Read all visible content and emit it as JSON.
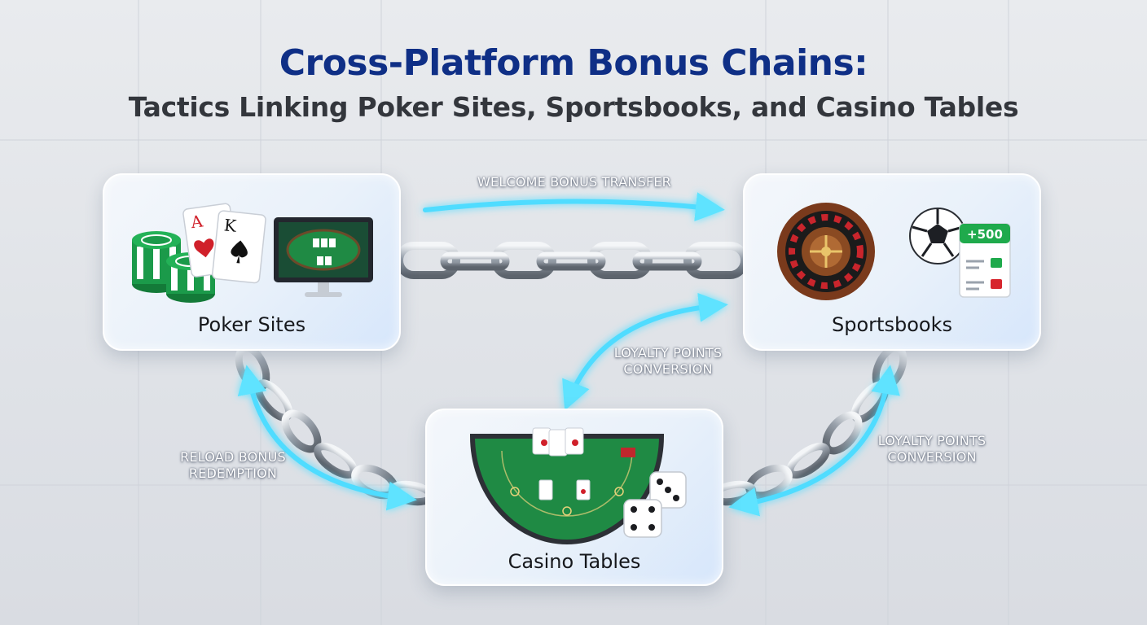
{
  "title": "Cross-Platform Bonus Chains:",
  "subtitle": "Tactics Linking Poker Sites, Sportsbooks, and Casino Tables",
  "nodes": {
    "poker": {
      "label": "Poker Sites"
    },
    "sportsbooks": {
      "label": "Sportsbooks",
      "odds_badge": "+500"
    },
    "casino": {
      "label": "Casino Tables"
    }
  },
  "flows": {
    "welcome": "WELCOME BONUS TRANSFER",
    "loyalty_center_line1": "LOYALTY POINTS",
    "loyalty_center_line2": "CONVERSION",
    "reload_line1": "RELOAD BONUS",
    "reload_line2": "REDEMPTION",
    "loyalty_right_line1": "LOYALTY POINTS",
    "loyalty_right_line2": "CONVERSION"
  },
  "colors": {
    "title": "#0f2f86",
    "arrow_glow": "#3fd8ff",
    "felt": "#1f8a44",
    "chip": "#1b9a4a"
  },
  "icons": [
    "poker-chips-icon",
    "playing-cards-icon",
    "poker-monitor-icon",
    "roulette-wheel-icon",
    "soccer-ball-icon",
    "betslip-icon",
    "blackjack-table-icon",
    "dice-icon",
    "chain-icon"
  ]
}
